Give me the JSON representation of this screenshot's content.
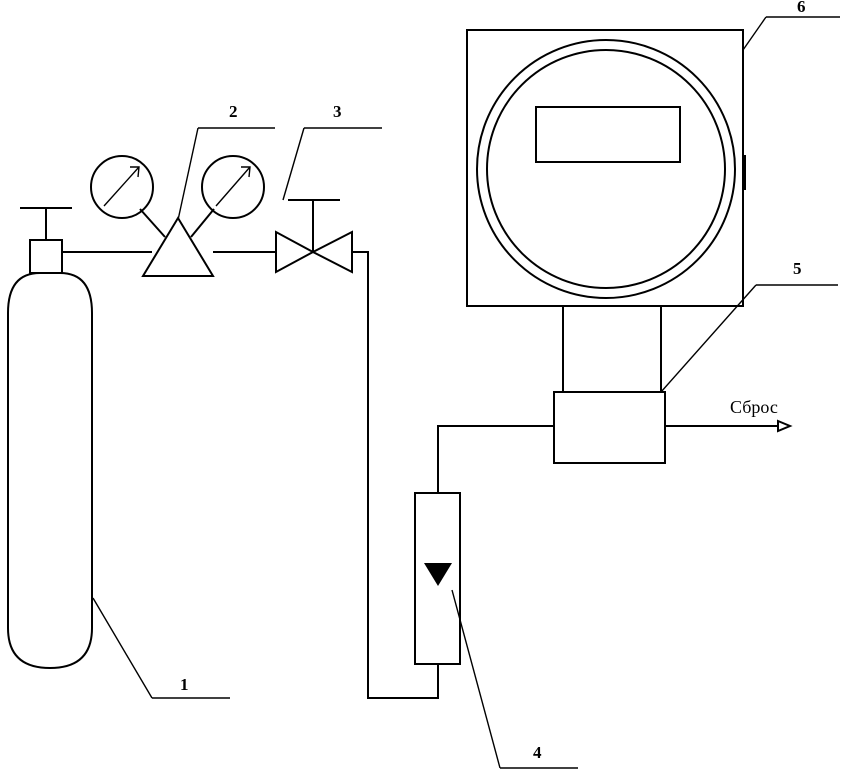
{
  "labels": {
    "cylinder": "1",
    "reducer": "2",
    "valve": "3",
    "rotameter": "4",
    "flow_cap": "5",
    "detector": "6"
  },
  "outlet_label": "Сброс",
  "colors": {
    "line": "#000000",
    "background": "#ffffff"
  }
}
